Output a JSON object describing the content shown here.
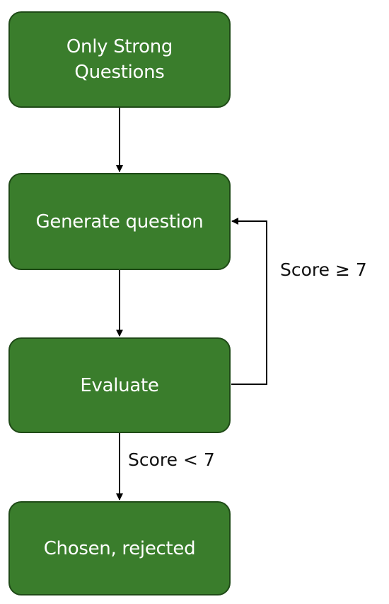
{
  "nodes": {
    "strong_questions": "Only Strong Questions",
    "generate": "Generate question",
    "evaluate": "Evaluate",
    "chosen_rejected": "Chosen, rejected"
  },
  "edges": {
    "score_high": "Score ≥ 7",
    "score_low": "Score < 7"
  },
  "colors": {
    "node_fill": "#3a7d2c",
    "node_border": "#1f4a17",
    "node_text": "#ffffff",
    "arrow": "#000000"
  }
}
